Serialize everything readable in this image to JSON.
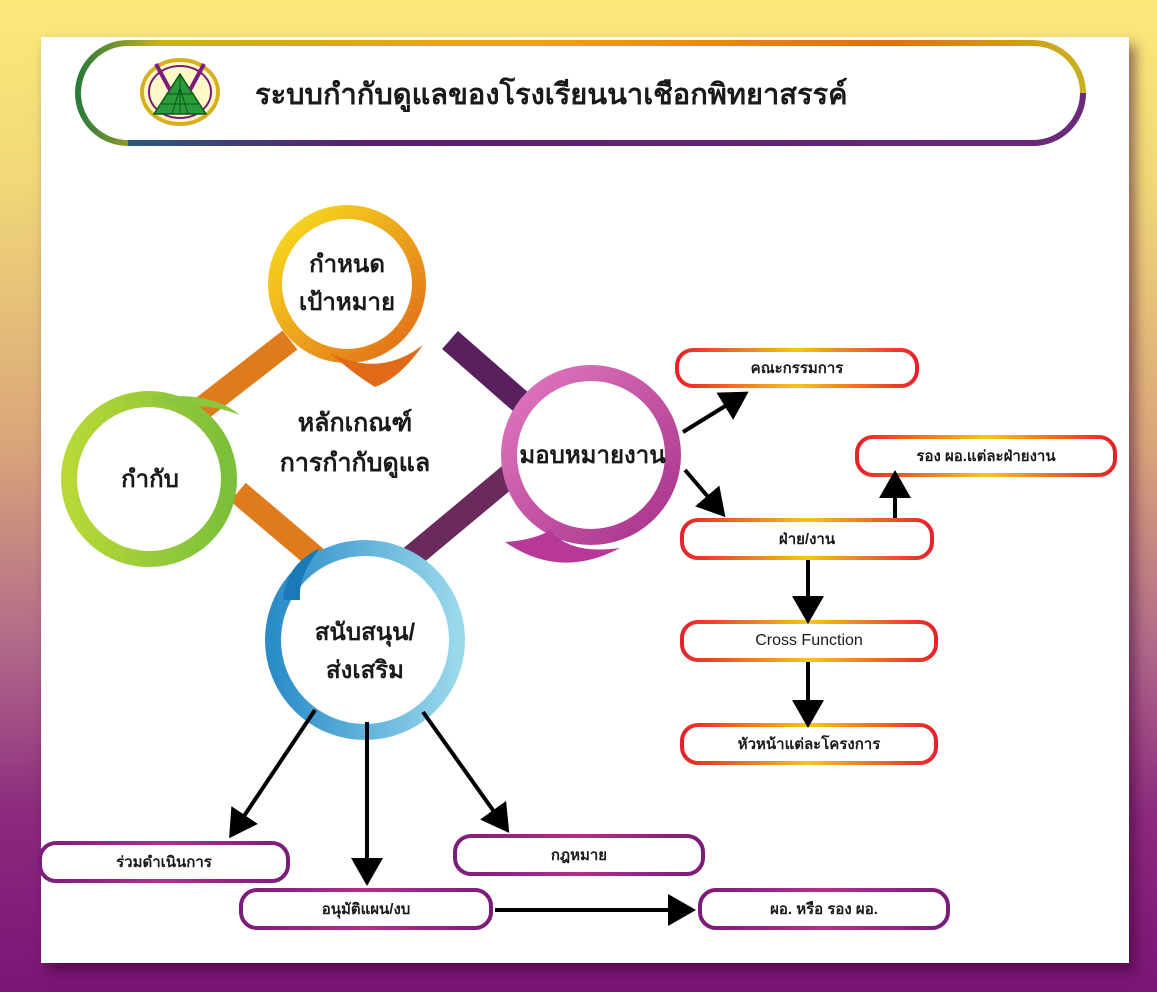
{
  "header": {
    "title": "ระบบกำกับดูแลของโรงเรียนนาเชือกพิทยาสรรค์",
    "logo_icon": "school-emblem-icon"
  },
  "cycle": {
    "center_line1": "หลักเกณฑ์",
    "center_line2": "การกำกับดูแล",
    "top_line1": "กำหนด",
    "top_line2": "เป้าหมาย",
    "left": "กำกับ",
    "right": "มอบหมายงาน",
    "bottom_line1": "สนับสนุน/",
    "bottom_line2": "ส่งเสริม"
  },
  "boxes": {
    "committee": "คณะกรรมการ",
    "deputy_each_dept": "รอง ผอ.แต่ละฝ่ายงาน",
    "department": "ฝ่าย/งาน",
    "cross_function": "Cross Function",
    "project_heads": "หัวหน้าแต่ละโครงการ",
    "co_operate": "ร่วมดำเนินการ",
    "approve_plan": "อนุมัติแผน/งบ",
    "law": "กฎหมาย",
    "director_or_deputy": "ผอ. หรือ รอง ผอ."
  },
  "colors": {
    "yellow": "#f5d020",
    "orange": "#e07b1c",
    "green": "#8cc63f",
    "magenta": "#c2489e",
    "cyan": "#3aa7d9",
    "purple": "#5a1f5e",
    "red_edge": "#e8202a"
  }
}
